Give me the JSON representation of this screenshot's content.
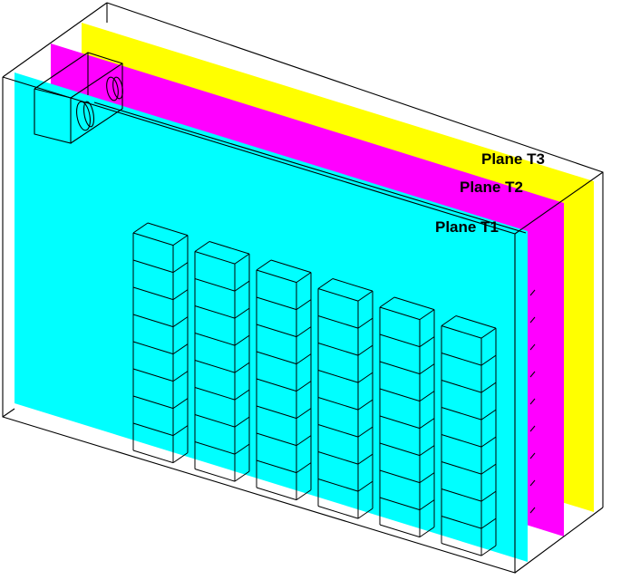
{
  "planes": [
    {
      "id": "T3",
      "label": "Plane T3",
      "color": "#ffff00"
    },
    {
      "id": "T2",
      "label": "Plane T2",
      "color": "#ff00ff"
    },
    {
      "id": "T1",
      "label": "Plane T1",
      "color": "#00ffff"
    }
  ],
  "rack_grid": {
    "columns": 6,
    "rows": 8
  },
  "colors": {
    "outline": "#000000",
    "background": "#ffffff"
  }
}
